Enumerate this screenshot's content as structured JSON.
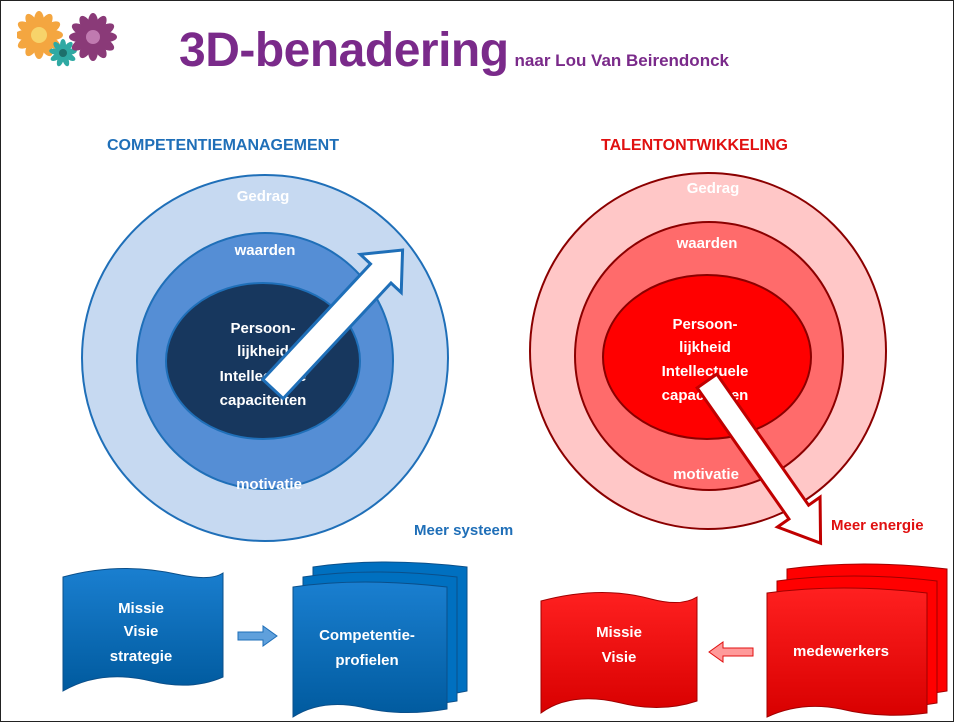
{
  "title": {
    "main": "3D-benadering",
    "sub": "naar Lou Van Beirendonck"
  },
  "left": {
    "heading": "COMPETENTIEMANAGEMENT",
    "outer_label": "Gedrag",
    "middle_top_label": "waarden",
    "middle_bottom_label": "motivatie",
    "core_lines": [
      "Persoon-",
      "lijkheid",
      "Intellectuele",
      "capaciteiten"
    ],
    "arrow_label": "Meer systeem",
    "doc1_lines": [
      "Missie",
      "Visie",
      "strategie"
    ],
    "doc2_lines": [
      "Competentie-",
      "profielen"
    ]
  },
  "right": {
    "heading": "TALENTONTWIKKELING",
    "outer_label": "Gedrag",
    "middle_top_label": "waarden",
    "middle_bottom_label": "motivatie",
    "core_lines": [
      "Persoon-",
      "lijkheid",
      "Intellectuele",
      "capaciteiten"
    ],
    "arrow_label": "Meer energie",
    "doc1_lines": [
      "Missie",
      "Visie"
    ],
    "doc2_lines": [
      "medewerkers"
    ]
  },
  "colors": {
    "title": "#7a2a8a",
    "left_heading": "#1f6fb8",
    "right_heading": "#e01010",
    "blue_outer": "#c6d9f1",
    "blue_middle": "#558ed5",
    "blue_core": "#17375e",
    "blue_doc": "#0070c0",
    "red_outer": "#ffc7c7",
    "red_middle": "#ff6b6b",
    "red_core": "#ff0000",
    "red_doc": "#ff0000"
  }
}
